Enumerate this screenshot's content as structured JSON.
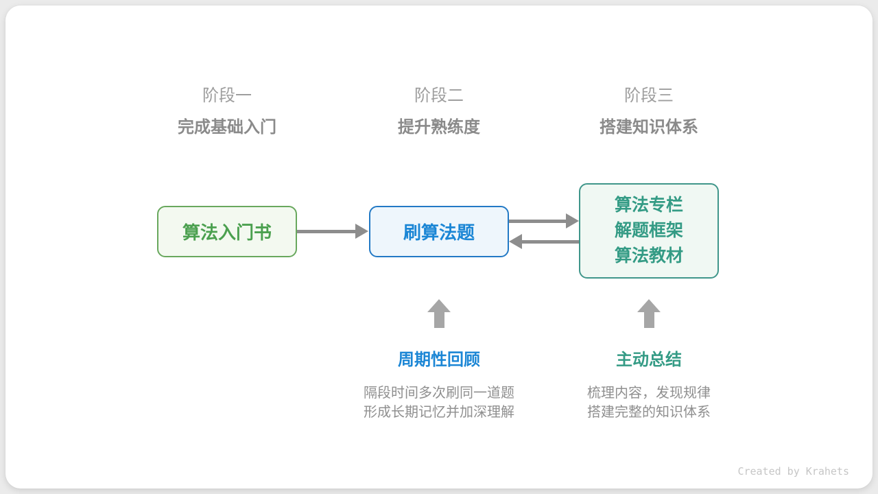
{
  "theme": {
    "pageBg": "#ebebeb",
    "cardBg": "#ffffff",
    "stageLabel": "#9e9e9e",
    "stageTitle": "#8a8a8a",
    "greenBorder": "#68a85d",
    "greenText": "#4ba04f",
    "greenFill": "#f3f9f0",
    "blueBorder": "#2279c5",
    "blueText": "#1b86d5",
    "blueFill": "#eef6fc",
    "tealBorder": "#3f968a",
    "tealText": "#349b85",
    "tealFill": "#f0f8f3",
    "arrow": "#8d8d8d",
    "blockArrow": "#a6a6a6",
    "descText": "#8f8f8f",
    "creditText": "#c6c6c6"
  },
  "stages": [
    {
      "label": "阶段一",
      "title": "完成基础入门"
    },
    {
      "label": "阶段二",
      "title": "提升熟练度"
    },
    {
      "label": "阶段三",
      "title": "搭建知识体系"
    }
  ],
  "flow": {
    "box1_label": "算法入门书",
    "box2_label": "刷算法题",
    "box3_lines": [
      "算法专栏",
      "解题框架",
      "算法教材"
    ]
  },
  "annotations": [
    {
      "title": "周期性回顾",
      "line1": "隔段时间多次刷同一道题",
      "line2": "形成长期记忆并加深理解"
    },
    {
      "title": "主动总结",
      "line1": "梳理内容，发现规律",
      "line2": "搭建完整的知识体系"
    }
  ],
  "footer": {
    "credit": "Created by Krahets"
  }
}
